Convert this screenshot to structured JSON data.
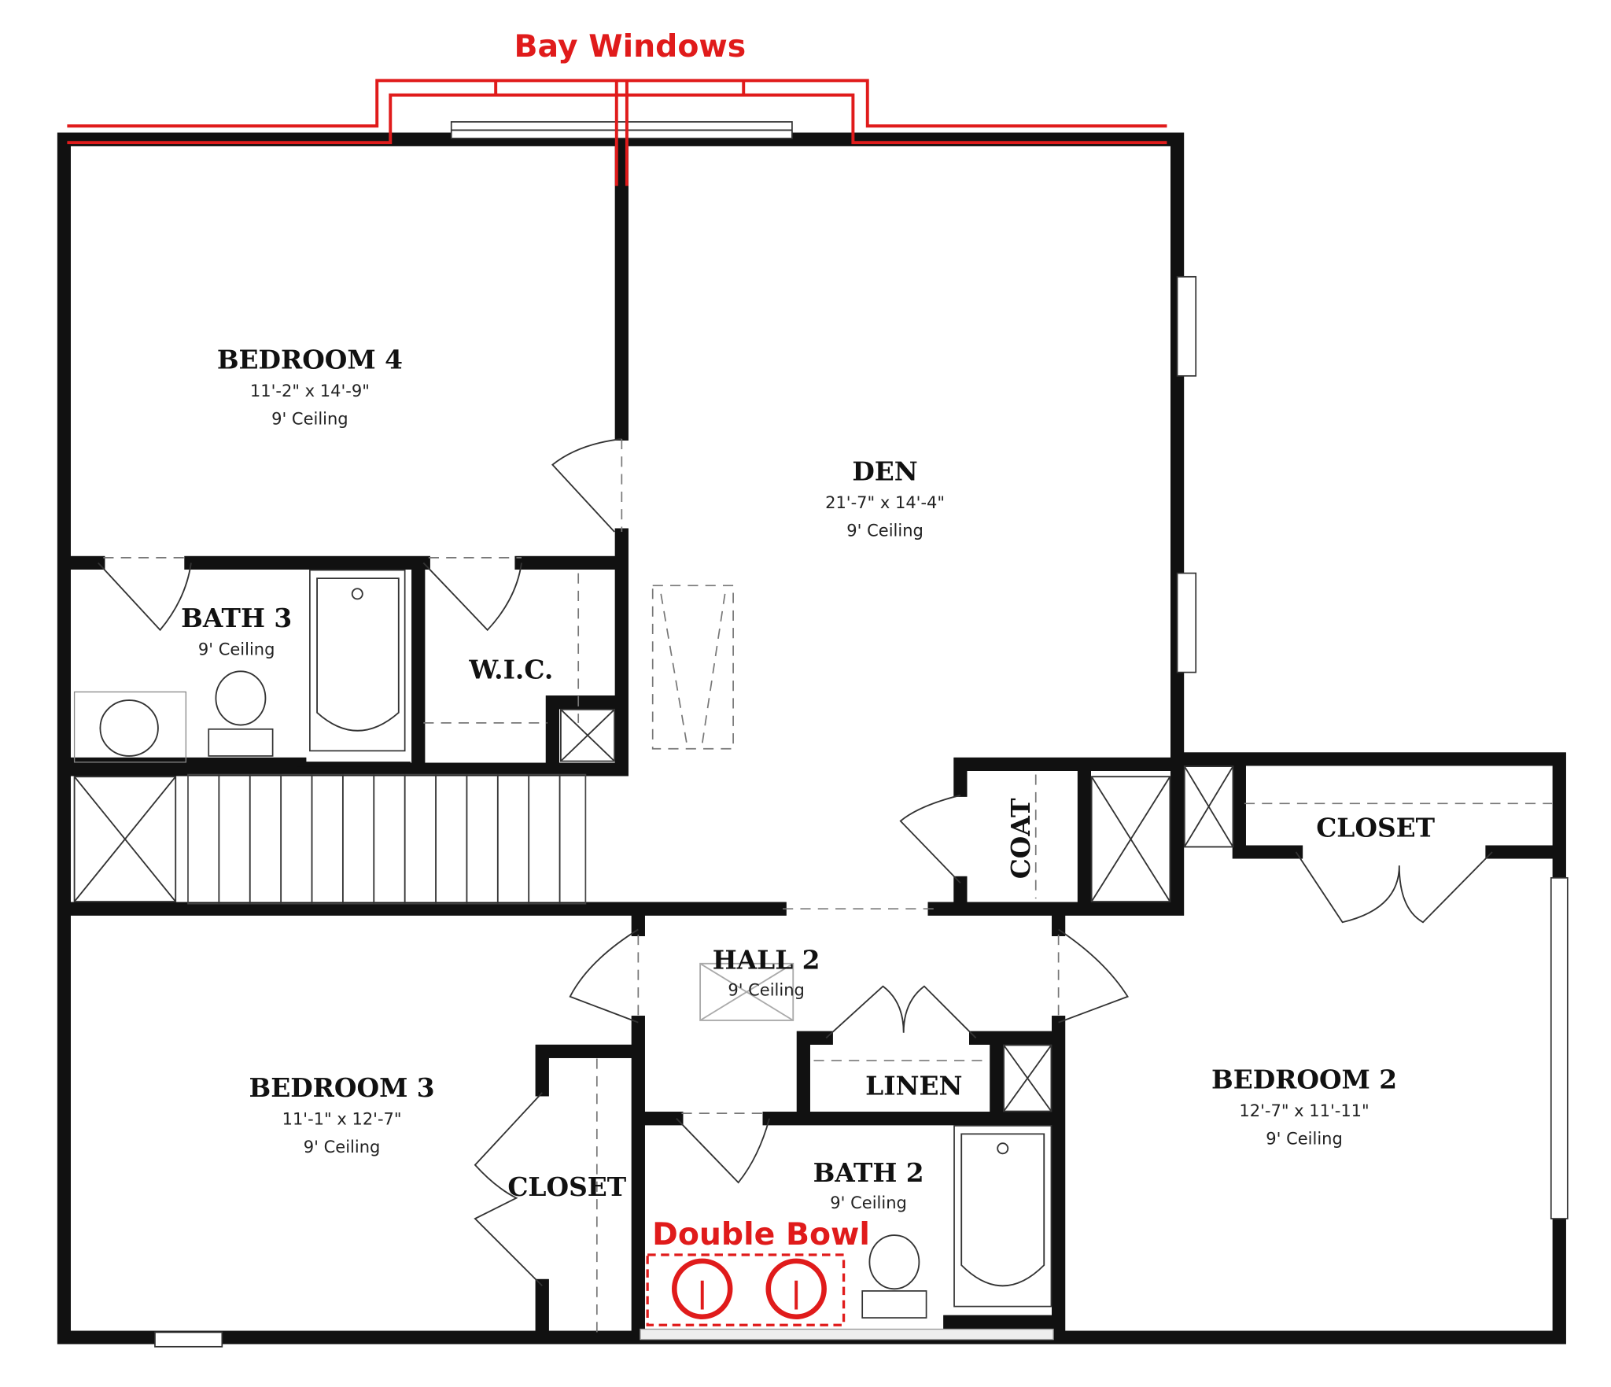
{
  "annotations": {
    "bay_windows": "Bay Windows",
    "double_bowl": "Double Bowl"
  },
  "colors": {
    "annotation": "#e01b1b",
    "wall_fill": "#b0b0b0",
    "wall_outline": "#111111"
  },
  "rooms": {
    "bedroom4": {
      "name": "BEDROOM 4",
      "dims": "11'-2\" x 14'-9\"",
      "ceiling": "9' Ceiling"
    },
    "den": {
      "name": "DEN",
      "dims": "21'-7\" x 14'-4\"",
      "ceiling": "9' Ceiling"
    },
    "bath3": {
      "name": "BATH 3",
      "ceiling": "9' Ceiling"
    },
    "wic": {
      "name": "W.I.C."
    },
    "coat": {
      "name": "COAT"
    },
    "closet_bed2": {
      "name": "CLOSET"
    },
    "hall2": {
      "name": "HALL 2",
      "ceiling": "9' Ceiling"
    },
    "linen": {
      "name": "LINEN"
    },
    "bedroom3": {
      "name": "BEDROOM 3",
      "dims": "11'-1\" x 12'-7\"",
      "ceiling": "9' Ceiling"
    },
    "closet_bed3": {
      "name": "CLOSET"
    },
    "bath2": {
      "name": "BATH 2",
      "ceiling": "9' Ceiling"
    },
    "bedroom2": {
      "name": "BEDROOM 2",
      "dims": "12'-7\" x 11'-11\"",
      "ceiling": "9' Ceiling"
    }
  }
}
